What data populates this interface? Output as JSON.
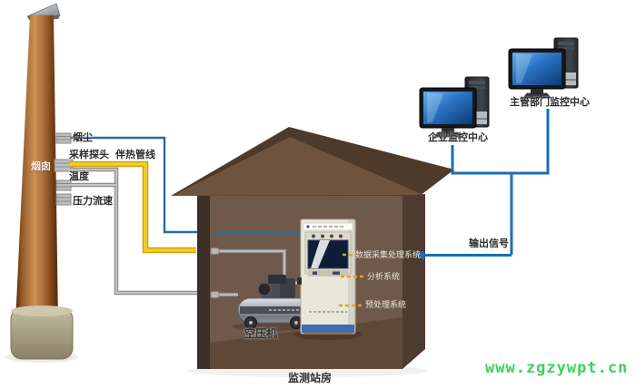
{
  "diagram": {
    "title_hint": "CEMS flue-gas continuous monitoring system diagram",
    "chimney": {
      "name_label": "烟囱",
      "dust_label": "烟尘",
      "probe_label": "采样探头",
      "heated_line_label": "伴热管线",
      "temperature_label": "温度",
      "pressure_flow_label": "压力流速"
    },
    "station": {
      "house_label": "监测站房",
      "compressor_label": "空压机",
      "systems": [
        {
          "label": "数据采集处理系统"
        },
        {
          "label": "分析系统"
        },
        {
          "label": "预处理系统"
        }
      ]
    },
    "monitoring": {
      "output_signal_label": "输出信号",
      "enterprise_label": "企业监控中心",
      "authority_label": "主管部门监控中心"
    },
    "watermark": "www.zgzywpt.cn",
    "colors": {
      "network_blue": "#1d6cb5",
      "sample_line_blue": "#2a6a9e",
      "heated_line_yellow": "#eec41c",
      "pipe_gray": "#9a9a9a",
      "roof_dark": "#4e3a2a",
      "roof_light": "#6e543f",
      "wall_brown": "#6f594a",
      "cabinet_cream": "#e9e6da",
      "watermark_green": "#3fd05c"
    }
  }
}
